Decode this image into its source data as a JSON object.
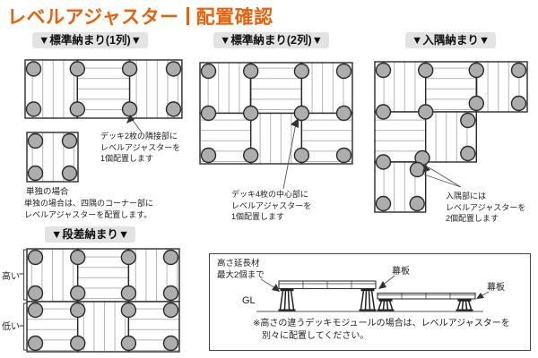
{
  "title": {
    "left": "レベルアジャスター",
    "right": "配置確認"
  },
  "colors": {
    "accent": "#e8620a",
    "pill_bg": "#e3e3e3",
    "marker_fill": "#adadad",
    "line_dark": "#2a2a2a",
    "plank": "#b5b5b5"
  },
  "sections": {
    "standard1": {
      "header": "▼標準納まり(1列)▼",
      "annotation": [
        "デッキ2枚の隣接部に",
        "レベルアジャスターを",
        "1個配置します"
      ],
      "single_caption": "単独の場合",
      "single_note": [
        "単独の場合は、四隅のコーナー部に",
        "レベルアジャスターを配置します。"
      ]
    },
    "standard2": {
      "header": "▼標準納まり(2列)▼",
      "annotation": [
        "デッキ4枚の中心部に",
        "レベルアジャスターを",
        "1個配置します"
      ]
    },
    "corner": {
      "header": "▼入隅納まり▼",
      "annotation": [
        "入隅部には",
        "レベルアジャスターを",
        "2個配置します"
      ]
    },
    "step": {
      "header": "▼段差納まり▼",
      "label_high": "高い",
      "label_low": "低い"
    }
  },
  "sideview": {
    "extender_label": [
      "高さ延長材",
      "最大2個まで"
    ],
    "fascia_label_left": "幕板",
    "fascia_label_right": "幕板",
    "gl_label": "GL",
    "note": [
      "※高さの違うデッキモジュールの場合は、レベルアジャスターを",
      "別々に配置してください。"
    ]
  }
}
